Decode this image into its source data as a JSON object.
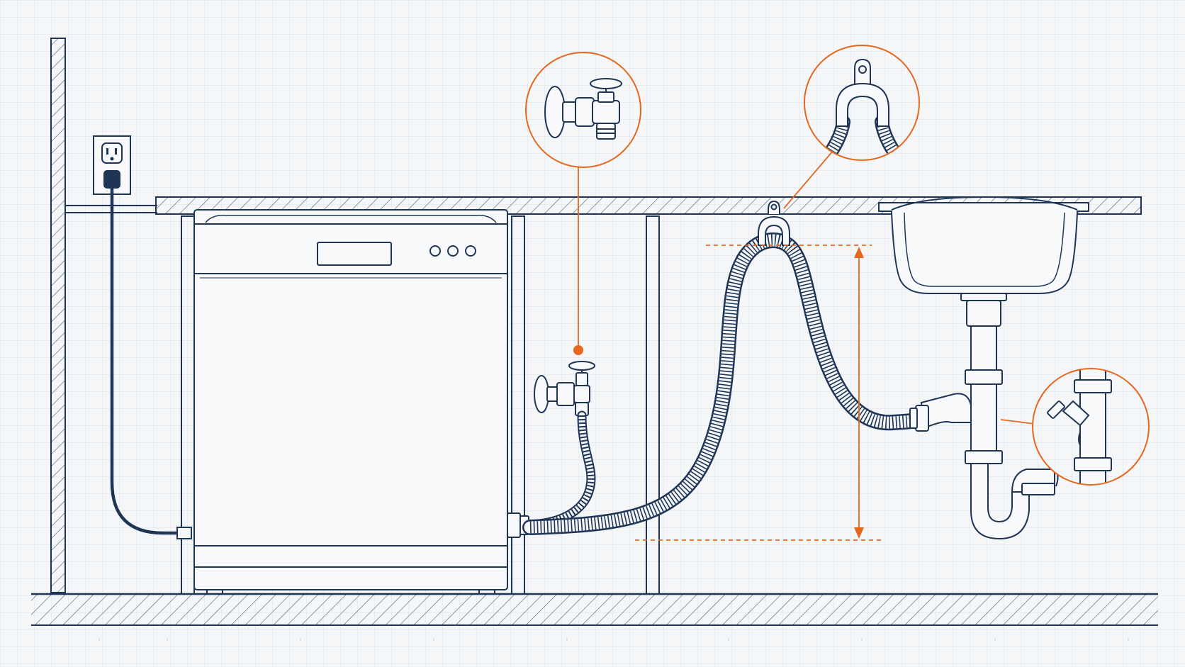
{
  "diagram": {
    "colors": {
      "paper": "#f4f6f8",
      "grid": "#dde3ea",
      "ink": "#1f3556",
      "ink_light": "#4a6078",
      "accent": "#e5671e"
    },
    "components": [
      "wall",
      "floor",
      "countertop",
      "power-outlet",
      "power-cord",
      "dishwasher",
      "water-supply-valve",
      "braided-supply-hose",
      "corrugated-drain-hose",
      "drain-hose-high-loop-clamp",
      "sink-basin",
      "sink-tailpiece",
      "drain-wye-fitting",
      "p-trap"
    ],
    "icons": [
      "power-outlet-icon",
      "shutoff-valve-icon",
      "hose-clamp-icon",
      "drain-wye-icon"
    ],
    "callouts": [
      {
        "target": "water-supply-valve"
      },
      {
        "target": "drain-hose-high-loop-clamp"
      },
      {
        "target": "drain-wye-fitting"
      }
    ],
    "dimension_indicators": [
      {
        "measures": "drain-hose-loop-height",
        "direction": "vertical"
      }
    ]
  }
}
